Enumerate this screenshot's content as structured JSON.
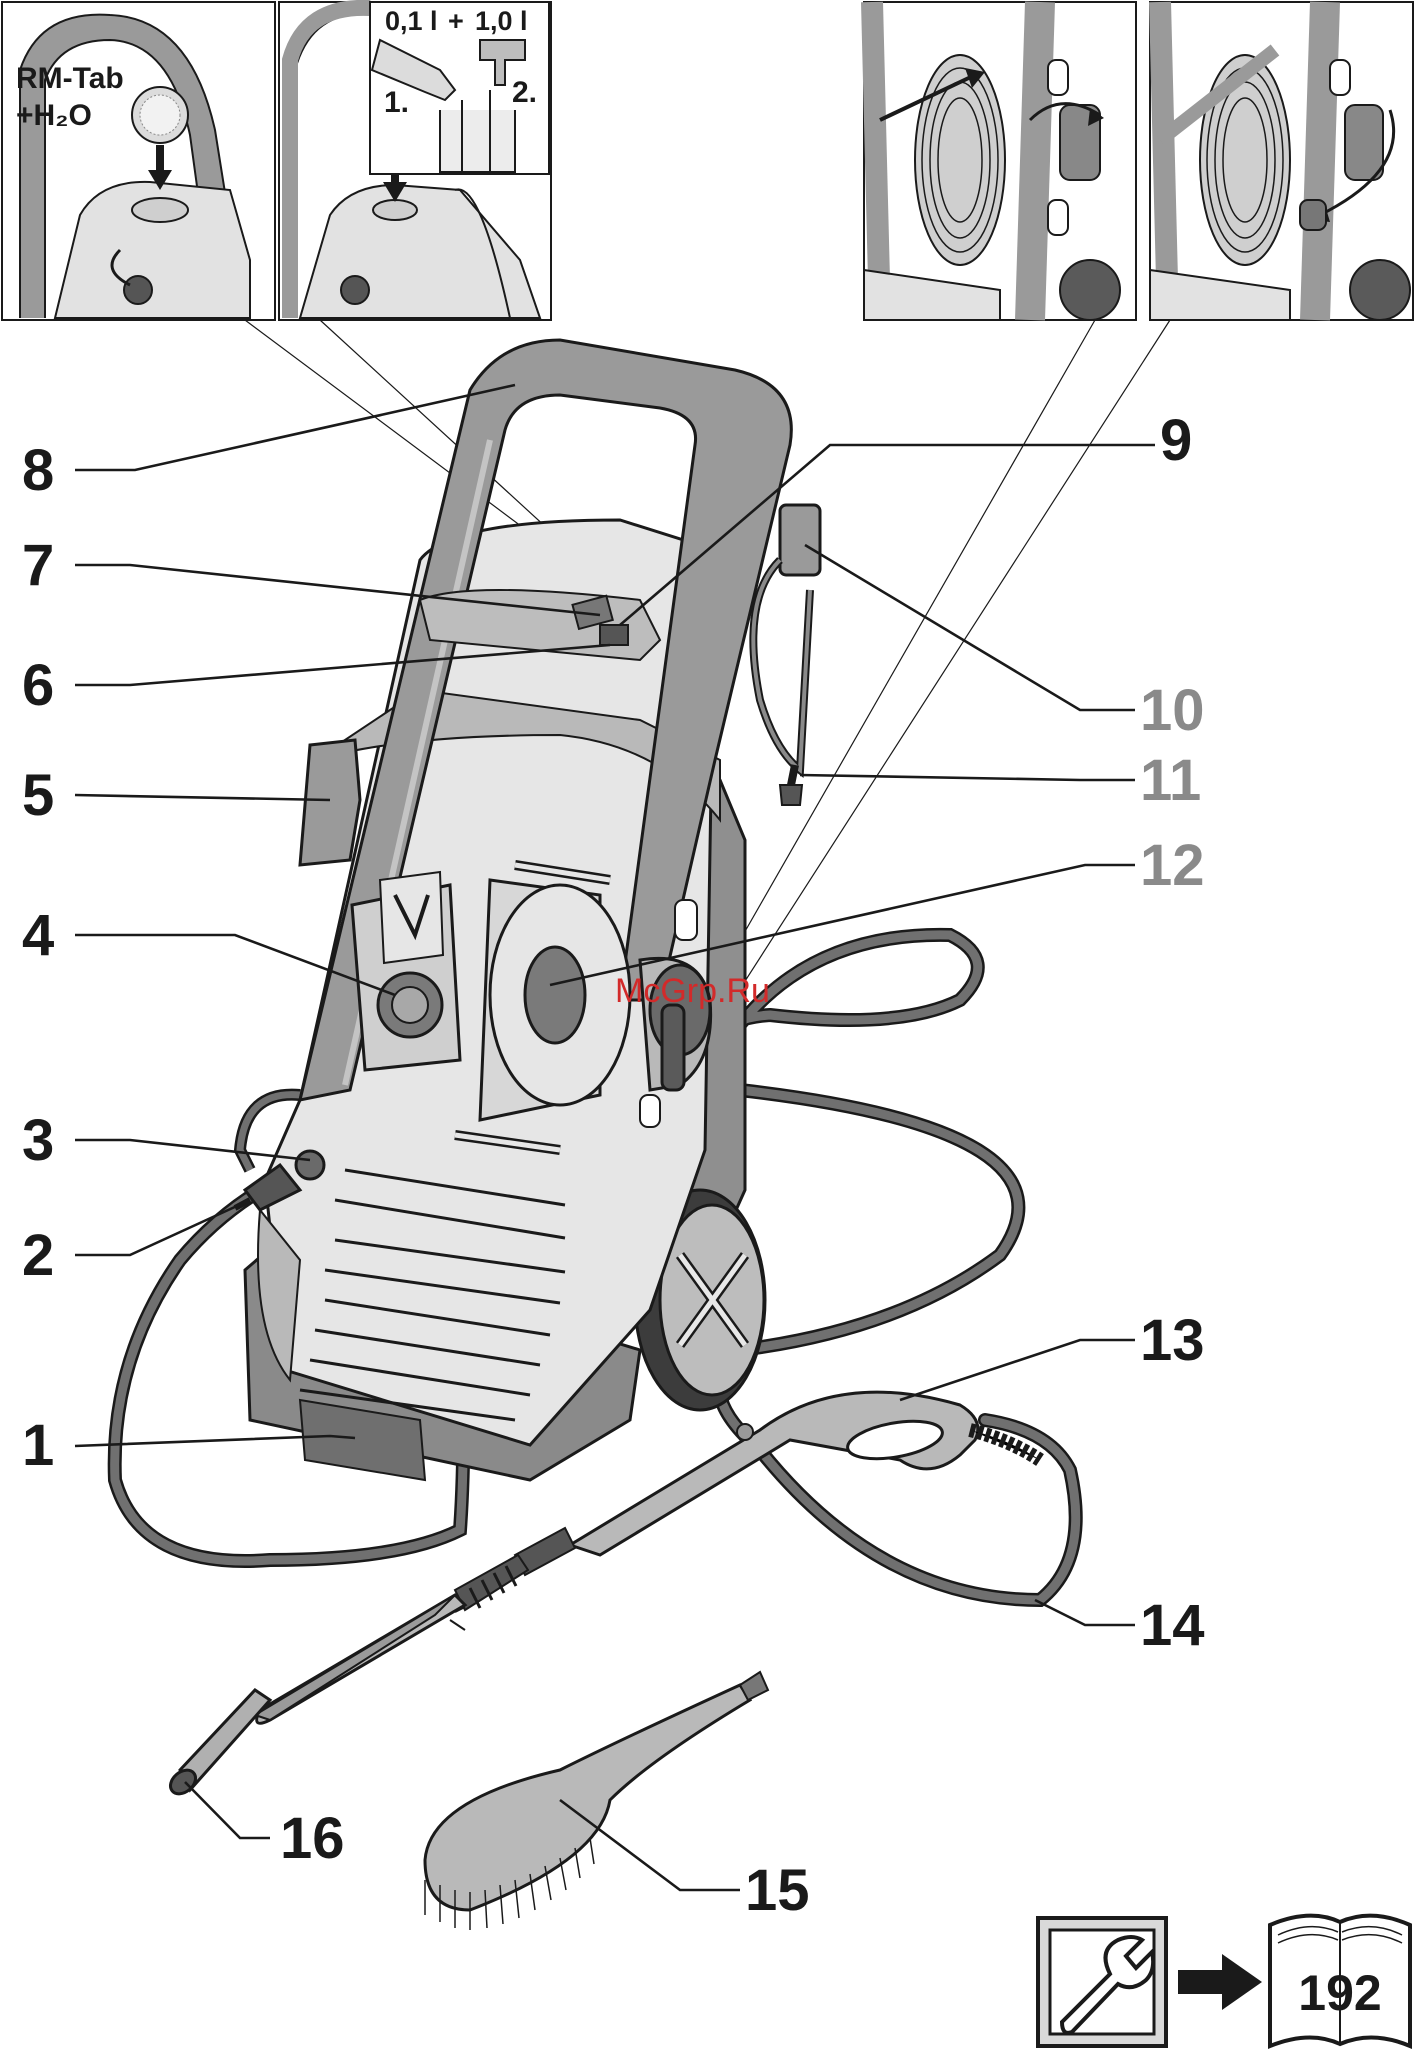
{
  "insets": {
    "detergent_tank": {
      "label_line1": "RM-Tab",
      "label_line2": "+H₂O"
    },
    "mixing": {
      "amount1": "0,1 l",
      "plus": "+",
      "amount2": "1,0 l",
      "step1": "1.",
      "step2": "2."
    }
  },
  "callouts": [
    {
      "id": "1",
      "label": "1"
    },
    {
      "id": "2",
      "label": "2"
    },
    {
      "id": "3",
      "label": "3"
    },
    {
      "id": "4",
      "label": "4"
    },
    {
      "id": "5",
      "label": "5"
    },
    {
      "id": "6",
      "label": "6"
    },
    {
      "id": "7",
      "label": "7"
    },
    {
      "id": "8",
      "label": "8"
    },
    {
      "id": "9",
      "label": "9"
    },
    {
      "id": "10",
      "label": "10"
    },
    {
      "id": "11",
      "label": "11"
    },
    {
      "id": "12",
      "label": "12"
    },
    {
      "id": "13",
      "label": "13"
    },
    {
      "id": "14",
      "label": "14"
    },
    {
      "id": "15",
      "label": "15"
    },
    {
      "id": "16",
      "label": "16"
    }
  ],
  "page_reference": {
    "page_number": "192"
  },
  "watermark": {
    "text": "McGrp.Ru"
  },
  "colors": {
    "body_light": "#e6e6e6",
    "body_mid": "#b9b9b9",
    "body_dark": "#7a7a7a",
    "hose": "#6f6f6f",
    "outline": "#1a1a1a",
    "watermark": "#d22a2a"
  }
}
